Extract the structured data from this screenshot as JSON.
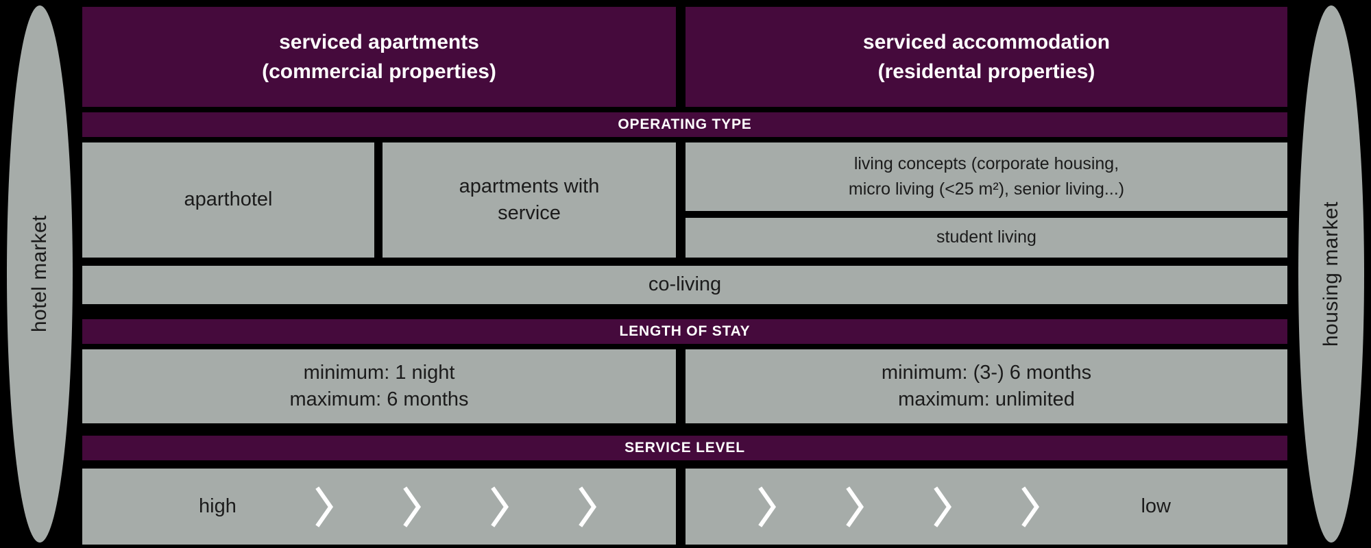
{
  "colors": {
    "background": "#000000",
    "purple": "#450a3c",
    "gray": "#a6aca9",
    "text_dark": "#1b1b1b",
    "text_light": "#ffffff"
  },
  "markets": {
    "left": "hotel market",
    "right": "housing market"
  },
  "headers": {
    "left_line1": "serviced apartments",
    "left_line2": "(commercial properties)",
    "right_line1": "serviced accommodation",
    "right_line2": "(residental properties)"
  },
  "operating_type": {
    "label": "OPERATING TYPE",
    "aparthotel": "aparthotel",
    "apartments_with_service_line1": "apartments with",
    "apartments_with_service_line2": "service",
    "living_concepts_line1": "living concepts (corporate housing,",
    "living_concepts_line2": "micro living (<25 m²), senior living...)",
    "student_living": "student living",
    "co_living": "co-living"
  },
  "length_of_stay": {
    "label": "LENGTH OF STAY",
    "left_line1": "minimum: 1 night",
    "left_line2": "maximum: 6 months",
    "right_line1": "minimum: (3-) 6 months",
    "right_line2": "maximum: unlimited"
  },
  "service_level": {
    "label": "SERVICE LEVEL",
    "high_label": "high",
    "low_label": "low",
    "chevrons_per_side": 4,
    "chevron_icon": "chevron-right"
  }
}
